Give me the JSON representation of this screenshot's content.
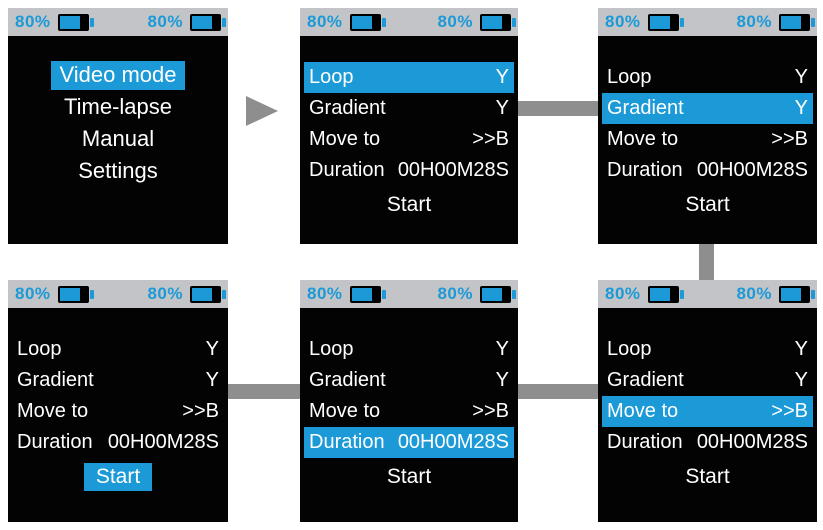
{
  "colors": {
    "accent": "#1b9ad7",
    "header_bg": "#c3c4c8",
    "screen_bg": "#030303",
    "connector": "#8e8e8e",
    "text": "#ffffff",
    "page_bg": "#ffffff"
  },
  "icons": {
    "battery": "battery-level-icon",
    "flow_arrow": "right-pointing-triangle"
  },
  "status_bar": {
    "battery_label": "80%"
  },
  "mode_screen": {
    "items": [
      {
        "label": "Video mode",
        "selected": true
      },
      {
        "label": "Time-lapse",
        "selected": false
      },
      {
        "label": "Manual",
        "selected": false
      },
      {
        "label": "Settings",
        "selected": false
      }
    ]
  },
  "settings_screens": [
    {
      "position": "top-middle",
      "selected": "Loop",
      "rows": [
        {
          "label": "Loop",
          "value": "Y"
        },
        {
          "label": "Gradient",
          "value": "Y"
        },
        {
          "label": "Move to",
          "value": ">>B"
        },
        {
          "label": "Duration",
          "value": "00H00M28S"
        }
      ],
      "start": "Start"
    },
    {
      "position": "top-right",
      "selected": "Gradient",
      "rows": [
        {
          "label": "Loop",
          "value": "Y"
        },
        {
          "label": "Gradient",
          "value": "Y"
        },
        {
          "label": "Move to",
          "value": ">>B"
        },
        {
          "label": "Duration",
          "value": "00H00M28S"
        }
      ],
      "start": "Start"
    },
    {
      "position": "bottom-right",
      "selected": "Move to",
      "rows": [
        {
          "label": "Loop",
          "value": "Y"
        },
        {
          "label": "Gradient",
          "value": "Y"
        },
        {
          "label": "Move to",
          "value": ">>B"
        },
        {
          "label": "Duration",
          "value": "00H00M28S"
        }
      ],
      "start": "Start"
    },
    {
      "position": "bottom-middle",
      "selected": "Duration",
      "rows": [
        {
          "label": "Loop",
          "value": "Y"
        },
        {
          "label": "Gradient",
          "value": "Y"
        },
        {
          "label": "Move to",
          "value": ">>B"
        },
        {
          "label": "Duration",
          "value": "00H00M28S"
        }
      ],
      "start": "Start"
    },
    {
      "position": "bottom-left",
      "selected": "Start",
      "rows": [
        {
          "label": "Loop",
          "value": "Y"
        },
        {
          "label": "Gradient",
          "value": "Y"
        },
        {
          "label": "Move to",
          "value": ">>B"
        },
        {
          "label": "Duration",
          "value": "00H00M28S"
        }
      ],
      "start": "Start"
    }
  ],
  "flow": {
    "steps": [
      "mode-menu to loop-selected",
      "loop-selected to gradient-selected",
      "gradient-selected to move-to-selected",
      "move-to-selected to duration-selected",
      "duration-selected to start-selected"
    ]
  }
}
